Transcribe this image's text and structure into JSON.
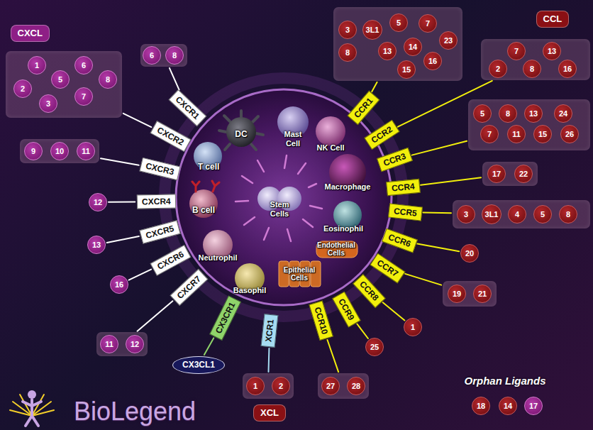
{
  "diagram": {
    "nodes": [
      {
        "text": [
          "CXCR1"
        ]
      },
      {
        "text": [
          "CXCR2"
        ]
      },
      {
        "text": [
          "CXCR3"
        ]
      },
      {
        "text": [
          "CXCR4"
        ]
      },
      {
        "text": [
          "CXCR5"
        ]
      },
      {
        "text": [
          "CXCR6"
        ]
      },
      {
        "text": [
          "CXCR7"
        ]
      },
      {
        "text": [
          "CX3CR1"
        ]
      },
      {
        "text": [
          "XCR1"
        ]
      },
      {
        "text": [
          "CCR10"
        ]
      },
      {
        "text": [
          "CCR9"
        ]
      },
      {
        "text": [
          "CCR8"
        ]
      },
      {
        "text": [
          "CCR7"
        ]
      },
      {
        "text": [
          "CCR6"
        ]
      },
      {
        "text": [
          "CCR5"
        ]
      },
      {
        "text": [
          "CCR4"
        ]
      },
      {
        "text": [
          "CCR3"
        ]
      },
      {
        "text": [
          "CCR2"
        ]
      },
      {
        "text": [
          "CCR1"
        ]
      },
      {
        "text": [
          "CXCL"
        ]
      },
      {
        "text": [
          "CCL"
        ]
      },
      {
        "text": [
          "XCL"
        ]
      },
      {
        "text": [
          "CX3CL1"
        ]
      },
      {
        "text": []
      },
      {
        "text": [
          "6"
        ],
        "in": 23
      },
      {
        "text": [
          "8"
        ],
        "in": 23
      },
      {
        "text": []
      },
      {
        "text": [
          "1"
        ],
        "in": 26
      },
      {
        "text": [
          "6"
        ],
        "in": 26
      },
      {
        "text": [
          "2"
        ],
        "in": 26
      },
      {
        "text": [
          "5"
        ],
        "in": 26
      },
      {
        "text": [
          "8"
        ],
        "in": 26
      },
      {
        "text": [
          "7"
        ],
        "in": 26
      },
      {
        "text": [
          "3"
        ],
        "in": 26
      },
      {
        "text": []
      },
      {
        "text": [
          "9"
        ],
        "in": 34
      },
      {
        "text": [
          "10"
        ],
        "in": 34
      },
      {
        "text": [
          "11"
        ],
        "in": 34
      },
      {
        "text": [
          "12"
        ]
      },
      {
        "text": [
          "13"
        ]
      },
      {
        "text": [
          "16"
        ]
      },
      {
        "text": []
      },
      {
        "text": [
          "11"
        ],
        "in": 41
      },
      {
        "text": [
          "12"
        ],
        "in": 41
      },
      {
        "text": []
      },
      {
        "text": [
          "1"
        ],
        "in": 44
      },
      {
        "text": [
          "2"
        ],
        "in": 44
      },
      {
        "text": []
      },
      {
        "text": [
          "27"
        ],
        "in": 47
      },
      {
        "text": [
          "28"
        ],
        "in": 47
      },
      {
        "text": [
          "25"
        ]
      },
      {
        "text": [
          "1"
        ]
      },
      {
        "text": []
      },
      {
        "text": [
          "19"
        ],
        "in": 52
      },
      {
        "text": [
          "21"
        ],
        "in": 52
      },
      {
        "text": [
          "20"
        ]
      },
      {
        "text": []
      },
      {
        "text": [
          "3"
        ],
        "in": 56
      },
      {
        "text": [
          "3L1"
        ],
        "in": 56
      },
      {
        "text": [
          "4"
        ],
        "in": 56
      },
      {
        "text": [
          "5"
        ],
        "in": 56
      },
      {
        "text": [
          "8"
        ],
        "in": 56
      },
      {
        "text": []
      },
      {
        "text": [
          "17"
        ],
        "in": 62
      },
      {
        "text": [
          "22"
        ],
        "in": 62
      },
      {
        "text": []
      },
      {
        "text": [
          "5"
        ],
        "in": 65
      },
      {
        "text": [
          "8"
        ],
        "in": 65
      },
      {
        "text": [
          "13"
        ],
        "in": 65
      },
      {
        "text": [
          "24"
        ],
        "in": 65
      },
      {
        "text": [
          "7"
        ],
        "in": 65
      },
      {
        "text": [
          "11"
        ],
        "in": 65
      },
      {
        "text": [
          "15"
        ],
        "in": 65
      },
      {
        "text": [
          "26"
        ],
        "in": 65
      },
      {
        "text": []
      },
      {
        "text": [
          "7"
        ],
        "in": 74
      },
      {
        "text": [
          "13"
        ],
        "in": 74
      },
      {
        "text": [
          "2"
        ],
        "in": 74
      },
      {
        "text": [
          "8"
        ],
        "in": 74
      },
      {
        "text": [
          "16"
        ],
        "in": 74
      },
      {
        "text": []
      },
      {
        "text": [
          "3"
        ],
        "in": 80
      },
      {
        "text": [
          "3L1"
        ],
        "in": 80
      },
      {
        "text": [
          "5"
        ],
        "in": 80
      },
      {
        "text": [
          "7"
        ],
        "in": 80
      },
      {
        "text": [
          "23"
        ],
        "in": 80
      },
      {
        "text": [
          "8"
        ],
        "in": 80
      },
      {
        "text": [
          "13"
        ],
        "in": 80
      },
      {
        "text": [
          "14"
        ],
        "in": 80
      },
      {
        "text": [
          "16"
        ],
        "in": 80
      },
      {
        "text": [
          "15"
        ],
        "in": 80
      },
      {
        "text": [
          "18"
        ]
      },
      {
        "text": [
          "14"
        ]
      },
      {
        "text": [
          "17"
        ]
      }
    ],
    "edges": [
      {
        "from": 0,
        "to": 23,
        "arrow": "none"
      },
      {
        "from": 1,
        "to": 26,
        "arrow": "none"
      },
      {
        "from": 2,
        "to": 34,
        "arrow": "none"
      },
      {
        "from": 3,
        "to": 38,
        "arrow": "none"
      },
      {
        "from": 4,
        "to": 39,
        "arrow": "none"
      },
      {
        "from": 5,
        "to": 40,
        "arrow": "none"
      },
      {
        "from": 6,
        "to": 41,
        "arrow": "none"
      },
      {
        "from": 7,
        "to": 22,
        "arrow": "none"
      },
      {
        "from": 8,
        "to": 44,
        "arrow": "none"
      },
      {
        "from": 9,
        "to": 47,
        "arrow": "none"
      },
      {
        "from": 10,
        "to": 50,
        "arrow": "none"
      },
      {
        "from": 11,
        "to": 51,
        "arrow": "none"
      },
      {
        "from": 12,
        "to": 52,
        "arrow": "none"
      },
      {
        "from": 13,
        "to": 55,
        "arrow": "none"
      },
      {
        "from": 14,
        "to": 56,
        "arrow": "none"
      },
      {
        "from": 15,
        "to": 62,
        "arrow": "none"
      },
      {
        "from": 16,
        "to": 65,
        "arrow": "none"
      },
      {
        "from": 17,
        "to": 74,
        "arrow": "none"
      },
      {
        "from": 18,
        "to": 80,
        "arrow": "none"
      }
    ],
    "labels": [
      "DC",
      "Mast Cell",
      "NK Cell",
      "Macrophage",
      "T cell",
      "B cell",
      "Stem Cells",
      "Eosinophil",
      "Endothelial Cells",
      "Neutrophil",
      "Basophil",
      "Epithelial Cells",
      "Orphan Ligands",
      "BioLegend"
    ]
  }
}
